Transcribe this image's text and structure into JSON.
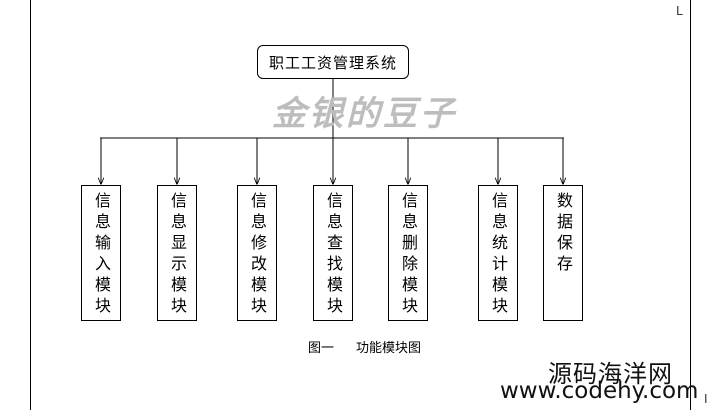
{
  "diagram": {
    "root": {
      "label": "职工工资管理系统"
    },
    "watermark": "金银的豆子",
    "modules": [
      {
        "label": "信息输入模块"
      },
      {
        "label": "信息显示模块"
      },
      {
        "label": "信息修改模块"
      },
      {
        "label": "信息查找模块"
      },
      {
        "label": "信息删除模块"
      },
      {
        "label": "信息统计模块"
      },
      {
        "label": "数据保存"
      }
    ],
    "caption": {
      "figure": "图一",
      "title": "功能模块图"
    },
    "corner_marks": {
      "top_right": "L",
      "bottom_right": "I"
    }
  },
  "site": {
    "name": "源码海洋网",
    "url": "www.codehy.com"
  }
}
